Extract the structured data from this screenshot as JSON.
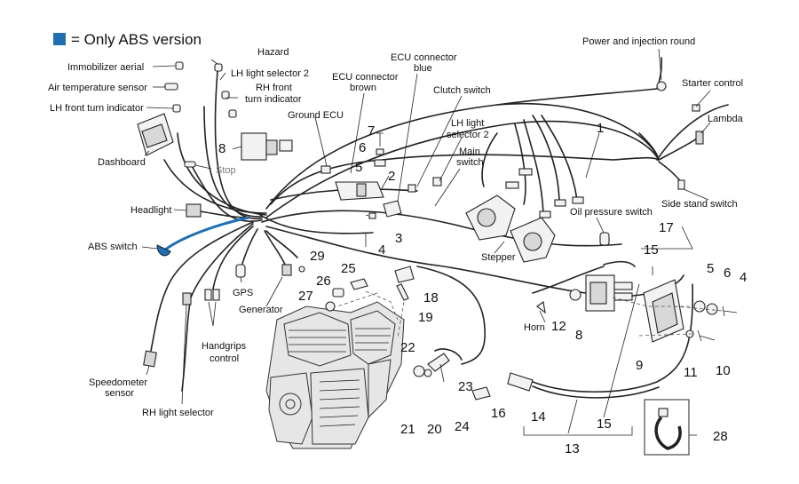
{
  "legend": {
    "swatch_color": "#1f6fb2",
    "text": "= Only ABS version"
  },
  "labels": {
    "hazard": "Hazard",
    "immobilizer_aerial": "Immobilizer aerial",
    "air_temperature_sensor": "Air temperature sensor",
    "lh_front_turn_indicator": "LH front turn indicator",
    "lh_light_selector_2_left": "LH light selector 2",
    "rh_front_turn_indicator_1": "RH front",
    "rh_front_turn_indicator_2": "turn indicator",
    "dashboard": "Dashboard",
    "stop": "Stop",
    "headlight": "Headlight",
    "abs_switch": "ABS switch",
    "gps": "GPS",
    "generator": "Generator",
    "handgrips_control_1": "Handgrips",
    "handgrips_control_2": "control",
    "speedometer_sensor_1": "Speedometer",
    "speedometer_sensor_2": "sensor",
    "rh_light_selector": "RH light selector",
    "ground_ecu": "Ground ECU",
    "ecu_connector_brown_1": "ECU connector",
    "ecu_connector_brown_2": "brown",
    "ecu_connector_blue_1": "ECU connector",
    "ecu_connector_blue_2": "blue",
    "clutch_switch": "Clutch switch",
    "lh_light_selector_2_right_1": "LH light",
    "lh_light_selector_2_right_2": "selector 2",
    "main_switch_1": "Main",
    "main_switch_2": "switch",
    "stepper": "Stepper",
    "oil_pressure_switch": "Oil pressure switch",
    "horn": "Horn",
    "power_and_injection_round": "Power and injection round",
    "starter_control": "Starter control",
    "lambda": "Lambda",
    "side_stand_switch": "Side stand switch"
  },
  "numbers": {
    "n1": "1",
    "n2": "2",
    "n3": "3",
    "n4": "4",
    "n5": "5",
    "n6": "6",
    "n7": "7",
    "n8": "8",
    "n9": "9",
    "n10": "10",
    "n11": "11",
    "n12": "12",
    "n13": "13",
    "n14": "14",
    "n15": "15",
    "n16": "16",
    "n17": "17",
    "n18": "18",
    "n19": "19",
    "n20": "20",
    "n21": "21",
    "n22": "22",
    "n23": "23",
    "n24": "24",
    "n25": "25",
    "n26": "26",
    "n27": "27",
    "n28": "28",
    "n29": "29"
  }
}
